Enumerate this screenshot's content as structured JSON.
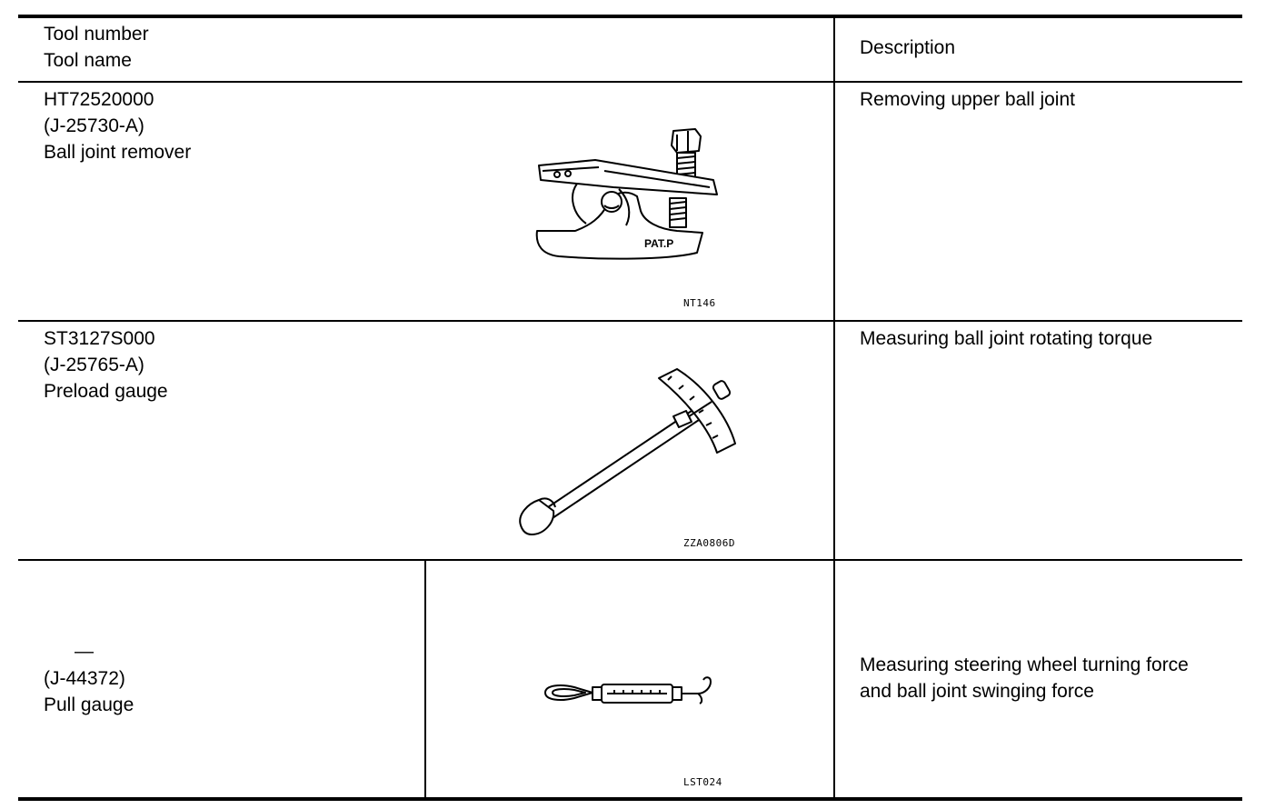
{
  "header": {
    "col1_line1": "Tool number",
    "col1_line2": "Tool name",
    "col2": "Description"
  },
  "rows": [
    {
      "tool_number": "HT72520000",
      "alt_number": "(J-25730-A)",
      "tool_name": "Ball joint remover",
      "illustration_code": "NT146",
      "illustration_label": "PAT.P",
      "description": "Removing upper ball joint",
      "icon": "ball-joint-remover-icon"
    },
    {
      "tool_number": "ST3127S000",
      "alt_number": "(J-25765-A)",
      "tool_name": "Preload gauge",
      "illustration_code": "ZZA0806D",
      "description": "Measuring ball joint rotating torque",
      "icon": "preload-gauge-icon"
    },
    {
      "tool_number": "—",
      "alt_number": "(J-44372)",
      "tool_name": "Pull gauge",
      "illustration_code": "LST024",
      "description_line1": "Measuring steering wheel turning force",
      "description_line2": "and ball joint swinging force",
      "icon": "pull-gauge-icon"
    }
  ]
}
